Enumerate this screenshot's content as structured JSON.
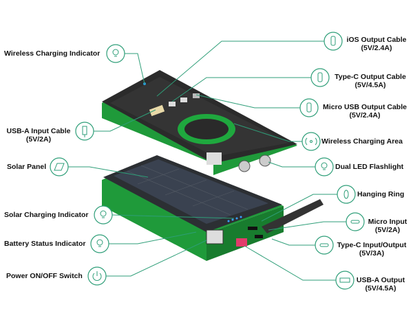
{
  "colors": {
    "accent": "#2e9e78",
    "body_green": "#1f9a3a",
    "body_dark": "#2b2b2b"
  },
  "left_callouts": [
    {
      "label": "Wireless Charging Indicator",
      "sub": "",
      "icon": "light-bulb-icon"
    },
    {
      "label": "USB-A Input Cable",
      "sub": "(5V/2A)",
      "icon": "usb-a-cable-icon"
    },
    {
      "label": "Solar Panel",
      "sub": "",
      "icon": "solar-panel-icon"
    },
    {
      "label": "Solar Charging Indicator",
      "sub": "",
      "icon": "light-bulb-icon"
    },
    {
      "label": "Battery Status Indicator",
      "sub": "",
      "icon": "light-bulb-icon"
    },
    {
      "label": "Power ON/OFF Switch",
      "sub": "",
      "icon": "power-icon"
    }
  ],
  "right_callouts": [
    {
      "label": "iOS Output Cable",
      "sub": "(5V/2.4A)",
      "icon": "lightning-cable-icon"
    },
    {
      "label": "Type-C Output Cable",
      "sub": "(5V/4.5A)",
      "icon": "type-c-cable-icon"
    },
    {
      "label": "Micro USB Output Cable",
      "sub": "(5V/2.4A)",
      "icon": "micro-usb-cable-icon"
    },
    {
      "label": "Wireless Charging Area",
      "sub": "",
      "icon": "wireless-icon"
    },
    {
      "label": "Dual LED Flashlight",
      "sub": "",
      "icon": "flashlight-icon"
    },
    {
      "label": "Hanging Ring",
      "sub": "",
      "icon": "ring-icon"
    },
    {
      "label": "Micro Input",
      "sub": "(5V/2A)",
      "icon": "micro-port-icon"
    },
    {
      "label": "Type-C Input/Output",
      "sub": "(5V/3A)",
      "icon": "type-c-port-icon"
    },
    {
      "label": "USB-A Output",
      "sub": "(5V/4.5A)",
      "icon": "usb-a-port-icon"
    }
  ]
}
